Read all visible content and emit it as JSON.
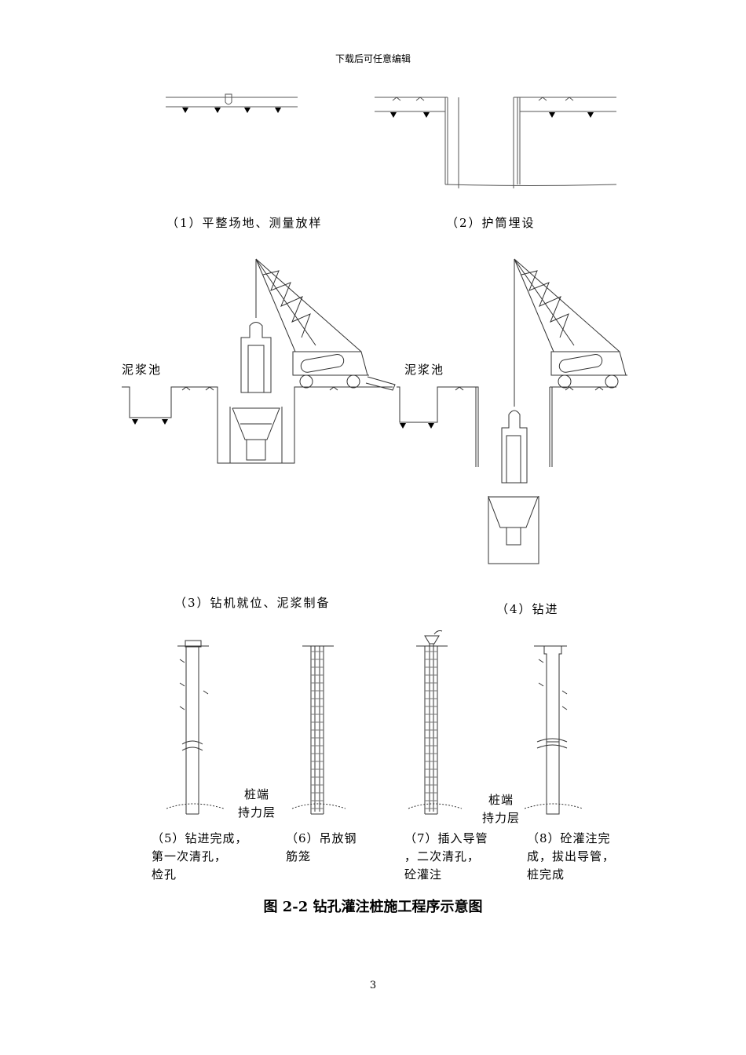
{
  "header": {
    "text": "下载后可任意编辑"
  },
  "panels": {
    "p1": {
      "caption": "（1）平整场地、测量放样"
    },
    "p2": {
      "caption": "（2）护筒埋设"
    },
    "p3": {
      "caption": "（3）钻机就位、泥浆制备",
      "pool_label": "泥浆池"
    },
    "p4": {
      "caption": "（4）钻进",
      "pool_label": "泥浆池"
    },
    "p5": {
      "caption_lines": [
        "（5）钻进完成，",
        "第一次清孔，",
        "检孔"
      ]
    },
    "p6": {
      "caption_lines": [
        "（6）吊放钢",
        "筋笼"
      ]
    },
    "p7": {
      "caption_lines": [
        "（7）插入导管",
        "，二次清孔，",
        "砼灌注"
      ]
    },
    "p8": {
      "caption_lines": [
        "（8）砼灌注完",
        "成，拔出导管，",
        "桩完成"
      ]
    }
  },
  "bearing_label_a": [
    "桩端",
    "持力层"
  ],
  "bearing_label_b": [
    "桩端",
    "持力层"
  ],
  "figure_title": "图 2-2  钻孔灌注桩施工程序示意图",
  "page_number": "3"
}
